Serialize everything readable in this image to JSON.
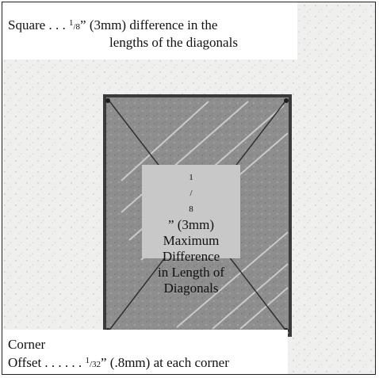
{
  "top_caption": {
    "line1_prefix": "Square . . . ",
    "frac_num": "1",
    "frac_den": "8",
    "line1_suffix": "” (3mm) difference in the",
    "line2": "lengths of the diagonals"
  },
  "center_label": {
    "frac_num": "1",
    "frac_den": "8",
    "line1_suffix": "” (3mm)",
    "line2": "Maximum",
    "line3": "Difference",
    "line4": "in Length of",
    "line5": "Diagonals"
  },
  "bottom_caption": {
    "line1": "Corner",
    "line2_prefix": "Offset . . . . . . ",
    "frac_num": "1",
    "frac_den": "32",
    "line2_suffix": "” (.8mm) at each corner"
  },
  "colors": {
    "background": "#eeeeec",
    "tile_fill": "#8f8f8f",
    "tile_border": "#3a3a3a",
    "label_box": "#c8c8c8"
  }
}
